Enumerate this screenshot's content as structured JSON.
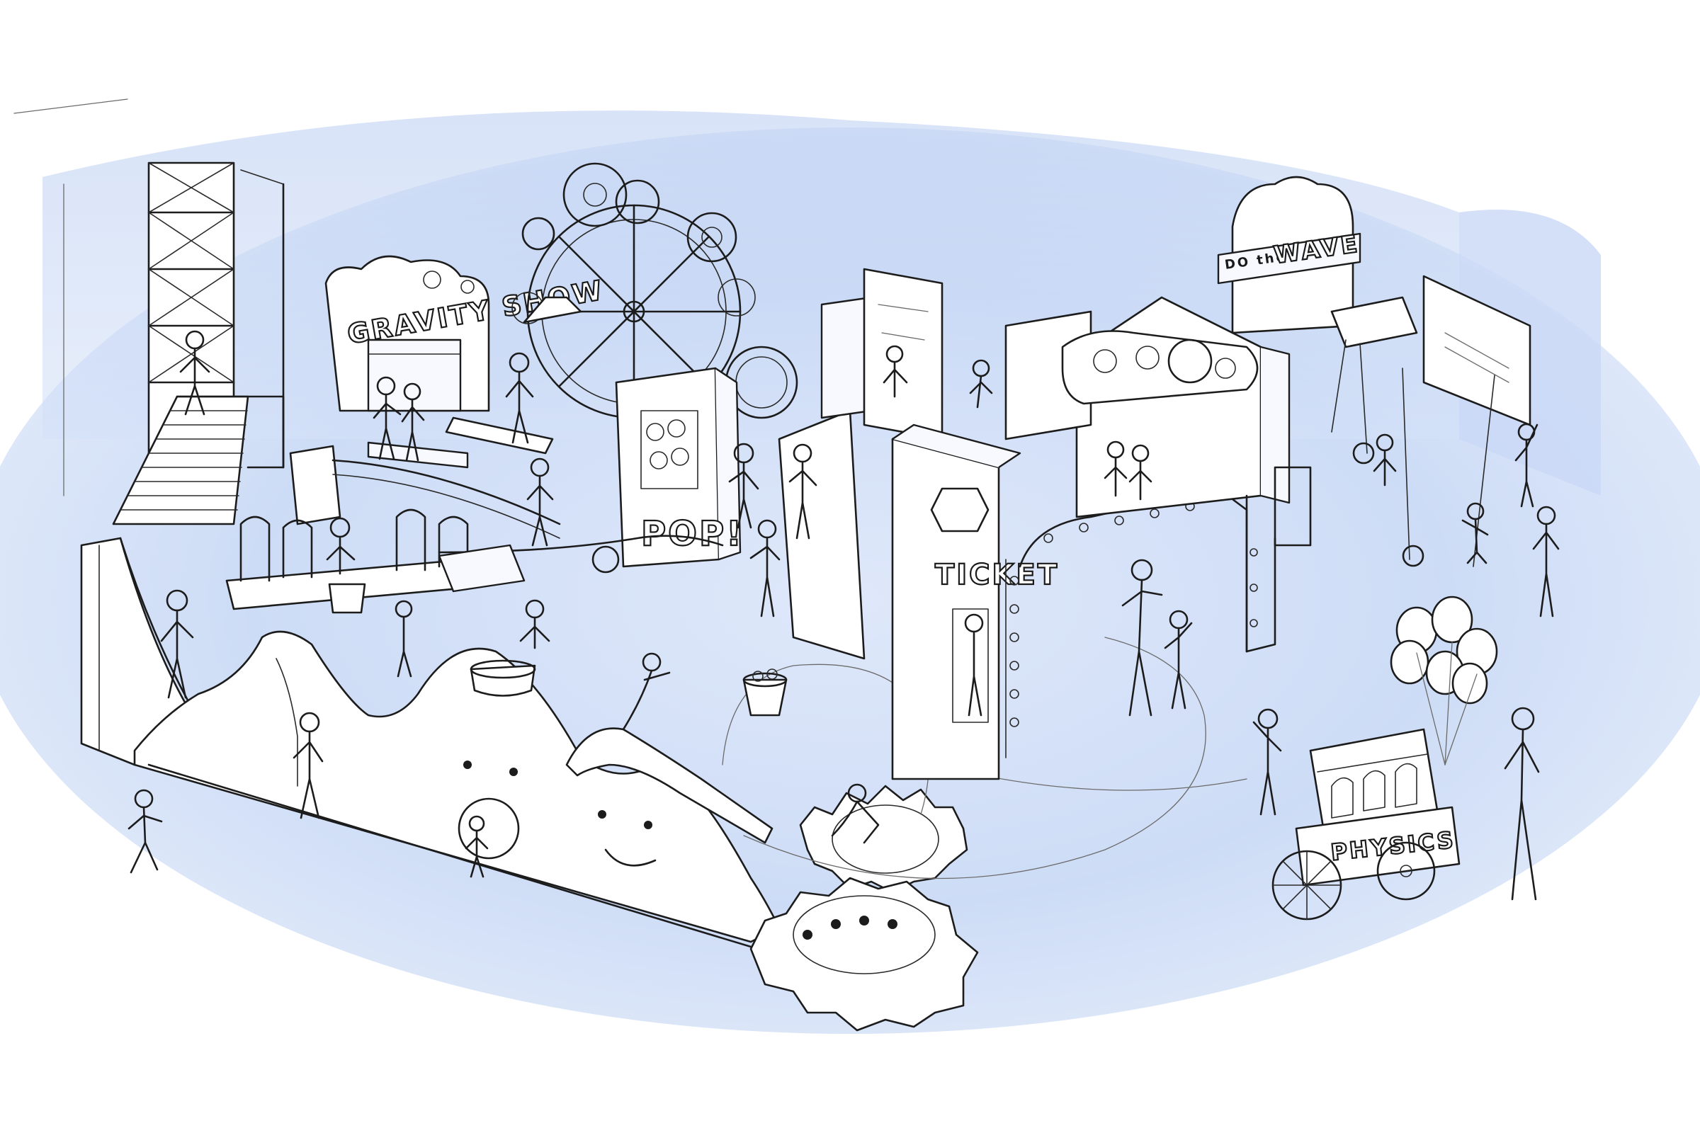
{
  "signs": {
    "gravity_show": "GRAVITY SHOW",
    "pop": "POP!",
    "ticket": "TICKET",
    "do_the_wave_prefix": "DO the",
    "do_the_wave_main": "WAVE",
    "physics": "PHYSICS"
  },
  "palette": {
    "wash": "#c6d6f4",
    "wash_light": "#e4ecfb",
    "ink": "#1c1c1c",
    "paper": "#ffffff"
  }
}
